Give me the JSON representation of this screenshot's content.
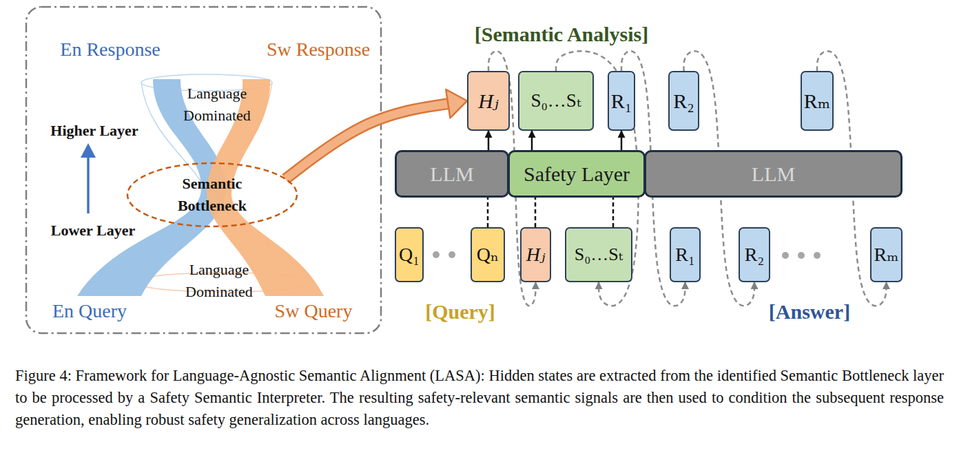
{
  "diagram": {
    "caption": "Figure 4: Framework for Language-Agnostic Semantic Alignment (LASA): Hidden states are extracted from the identified Semantic Bottleneck layer to be processed by a Safety Semantic Interpreter. The resulting safety-relevant semantic signals are then used to condition the subsequent response generation, enabling robust safety generalization across languages.",
    "nodes": [
      {
        "text": [
          "Semantic Bottleneck"
        ]
      },
      {
        "text": [
          "Hⱼ"
        ]
      },
      {
        "text": [
          "S₀…Sₜ"
        ]
      },
      {
        "text": [
          "R₁"
        ]
      },
      {
        "text": [
          "R₂"
        ]
      },
      {
        "text": [
          "Rₘ"
        ]
      },
      {
        "text": [
          "LLM"
        ]
      },
      {
        "text": [
          "Safety Layer"
        ]
      },
      {
        "text": [
          "LLM"
        ]
      },
      {
        "text": [
          "Q₁"
        ]
      },
      {
        "text": [
          "Qₙ"
        ]
      },
      {
        "text": [
          "Hⱼ"
        ]
      },
      {
        "text": [
          "S₀…Sₜ"
        ]
      },
      {
        "text": [
          "R₁"
        ]
      },
      {
        "text": [
          "R₂"
        ]
      },
      {
        "text": [
          "Rₘ"
        ]
      }
    ],
    "edges": [
      {
        "from": 0,
        "to": 1,
        "arrow": "to"
      },
      {
        "from": 10,
        "to": 6,
        "arrow": "none"
      },
      {
        "from": 11,
        "to": 7,
        "arrow": "none"
      },
      {
        "from": 12,
        "to": 7,
        "arrow": "none"
      },
      {
        "from": 6,
        "to": 1,
        "arrow": "to"
      },
      {
        "from": 7,
        "to": 2,
        "arrow": "to"
      },
      {
        "from": 7,
        "to": 3,
        "arrow": "to"
      },
      {
        "from": 1,
        "to": 11,
        "arrow": "to"
      },
      {
        "from": 2,
        "to": 12,
        "arrow": "to"
      },
      {
        "from": 3,
        "to": 13,
        "arrow": "to"
      },
      {
        "from": 4,
        "to": 14,
        "arrow": "to"
      },
      {
        "from": 5,
        "to": 15,
        "arrow": "to"
      }
    ],
    "labels": [
      "En Response",
      "Sw Response",
      "Language Dominated",
      "Higher Layer",
      "Lower Layer",
      "Language Dominated",
      "En Query",
      "Sw Query",
      "[Semantic Analysis]",
      "[Query]",
      "[Answer]"
    ]
  }
}
